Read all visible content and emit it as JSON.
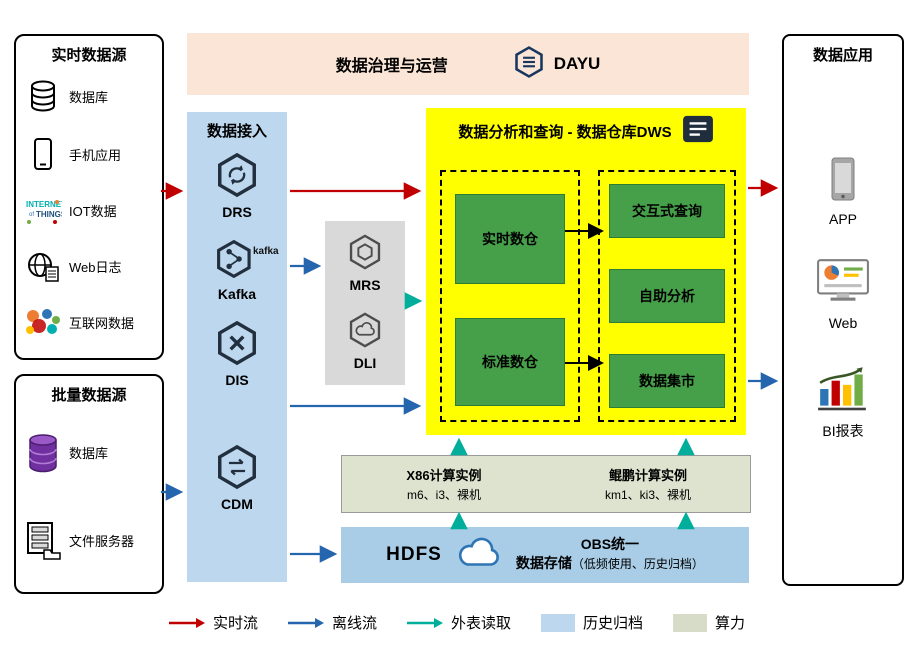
{
  "sources_realtime": {
    "title": "实时数据源",
    "items": [
      {
        "label": "数据库",
        "icon": "database-icon"
      },
      {
        "label": "手机应用",
        "icon": "mobile-app-icon"
      },
      {
        "label": "IOT数据",
        "icon": "iot-icon"
      },
      {
        "label": "Web日志",
        "icon": "web-log-icon"
      },
      {
        "label": "互联网数据",
        "icon": "internet-data-icon"
      }
    ]
  },
  "sources_batch": {
    "title": "批量数据源",
    "items": [
      {
        "label": "数据库",
        "icon": "purple-database-icon"
      },
      {
        "label": "文件服务器",
        "icon": "file-server-icon"
      }
    ]
  },
  "governance": {
    "title": "数据治理与运营",
    "brand": "DAYU",
    "icon": "dayu-hexagon-icon"
  },
  "ingestion": {
    "title": "数据接入",
    "kafka_wordmark": "kafka",
    "items": [
      {
        "label": "DRS",
        "icon": "drs-hexagon-icon"
      },
      {
        "label": "Kafka",
        "icon": "kafka-hexagon-icon"
      },
      {
        "label": "DIS",
        "icon": "dis-hexagon-icon"
      },
      {
        "label": "CDM",
        "icon": "cdm-hexagon-icon"
      }
    ]
  },
  "compute_services": {
    "items": [
      {
        "label": "MRS",
        "icon": "mrs-hexagon-icon"
      },
      {
        "label": "DLI",
        "icon": "dli-cloud-icon"
      }
    ]
  },
  "dws": {
    "title": "数据分析和查询 - 数据仓库DWS",
    "icon": "report-icon",
    "warehouses": [
      "实时数仓",
      "标准数仓"
    ],
    "services": [
      "交互式查询",
      "自助分析",
      "数据集市"
    ]
  },
  "instances": {
    "x86": {
      "title": "X86计算实例",
      "subtitle": "m6、i3、裸机"
    },
    "kunpeng": {
      "title": "鲲鹏计算实例",
      "subtitle": "km1、ki3、裸机"
    }
  },
  "storage": {
    "hdfs": "HDFS",
    "obs_line1": "OBS统一",
    "obs_line2": "数据存储",
    "obs_note": "（低频使用、历史归档）",
    "icon": "obs-cloud-icon"
  },
  "applications": {
    "title": "数据应用",
    "items": [
      {
        "label": "APP",
        "icon": "smartphone-icon"
      },
      {
        "label": "Web",
        "icon": "web-monitor-icon"
      },
      {
        "label": "BI报表",
        "icon": "bi-chart-icon"
      }
    ]
  },
  "legend": {
    "items": [
      {
        "label": "实时流",
        "type": "arrow",
        "color": "#C00000"
      },
      {
        "label": "离线流",
        "type": "arrow",
        "color": "#2565AE"
      },
      {
        "label": "外表读取",
        "type": "arrow",
        "color": "#00AE9B"
      },
      {
        "label": "历史归档",
        "type": "swatch",
        "color": "#BDD7EE"
      },
      {
        "label": "算力",
        "type": "swatch",
        "color": "#D6DCC8"
      }
    ]
  },
  "colors": {
    "realtime_flow": "#C00000",
    "offline_flow": "#2565AE",
    "external_read": "#00AE9B",
    "dws_bg": "#FFFF00",
    "green_module": "#46A049",
    "ingestion_bg": "#BDD7EE",
    "banner_bg": "#FBE5D6",
    "hdfs_bg": "#A9CDE6",
    "instances_bg": "#DDE3CE"
  }
}
